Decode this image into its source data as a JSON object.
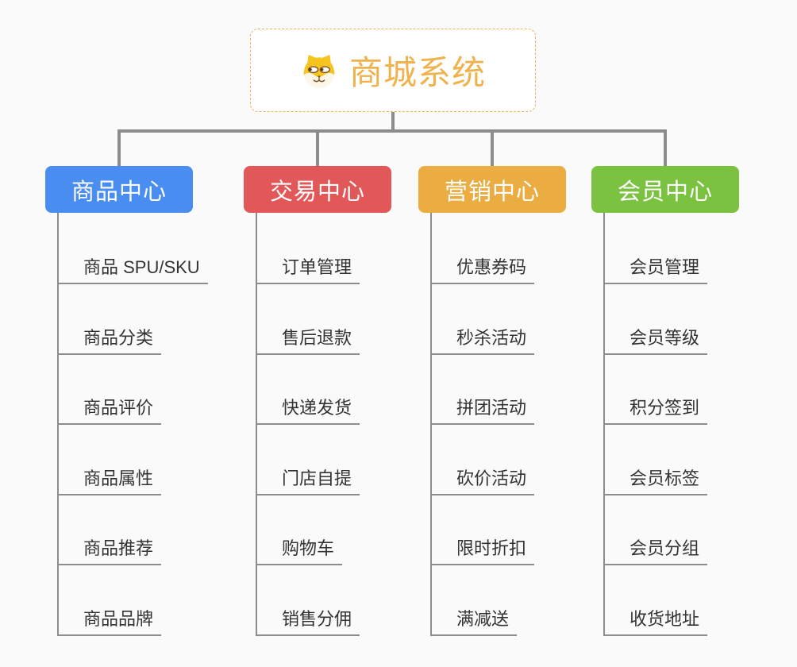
{
  "page": {
    "background_color": "#fafafa",
    "connector_color": "#8c8c8c"
  },
  "root": {
    "title": "商城系统",
    "icon": "dog-face-icon",
    "text_color": "#f0b24c",
    "border_color": "#f0b45f",
    "fill_color": "#ffffff"
  },
  "branches": [
    {
      "label": "商品中心",
      "color": "#4a8df0",
      "items": [
        "商品 SPU/SKU",
        "商品分类",
        "商品评价",
        "商品属性",
        "商品推荐",
        "商品品牌"
      ]
    },
    {
      "label": "交易中心",
      "color": "#e25757",
      "items": [
        "订单管理",
        "售后退款",
        "快递发货",
        "门店自提",
        "购物车",
        "销售分佣"
      ]
    },
    {
      "label": "营销中心",
      "color": "#ebad41",
      "items": [
        "优惠券码",
        "秒杀活动",
        "拼团活动",
        "砍价活动",
        "限时折扣",
        "满减送"
      ]
    },
    {
      "label": "会员中心",
      "color": "#7ac23f",
      "items": [
        "会员管理",
        "会员等级",
        "积分签到",
        "会员标签",
        "会员分组",
        "收货地址"
      ]
    }
  ]
}
